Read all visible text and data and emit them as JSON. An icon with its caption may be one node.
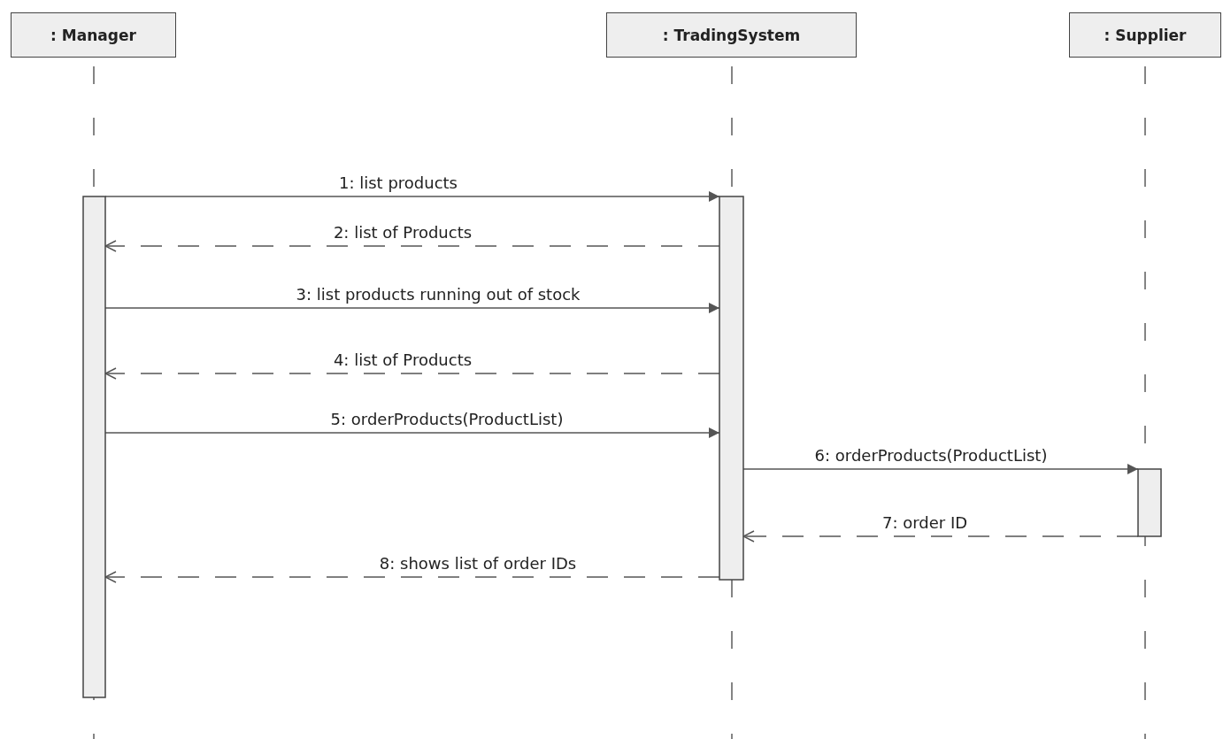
{
  "diagram": {
    "nodes": [
      {
        "text": [
          ": Manager"
        ]
      },
      {
        "text": [
          ": TradingSystem"
        ]
      },
      {
        "text": [
          ": Supplier"
        ]
      },
      {
        "text": [],
        "shape": "bar"
      },
      {
        "text": [],
        "shape": "bar"
      },
      {
        "text": [],
        "shape": "bar"
      }
    ],
    "edges": [
      {
        "from": 3,
        "to": 4,
        "arrow": "to",
        "label": "1: list products"
      },
      {
        "from": 4,
        "to": 3,
        "arrow": "to",
        "label": "2: list of Products",
        "style": "dashed"
      },
      {
        "from": 3,
        "to": 4,
        "arrow": "to",
        "label": "3: list products running out of stock"
      },
      {
        "from": 4,
        "to": 3,
        "arrow": "to",
        "label": "4: list of Products",
        "style": "dashed"
      },
      {
        "from": 3,
        "to": 4,
        "arrow": "to",
        "label": "5: orderProducts(ProductList)"
      },
      {
        "from": 4,
        "to": 5,
        "arrow": "to",
        "label": "6: orderProducts(ProductList)"
      },
      {
        "from": 5,
        "to": 4,
        "arrow": "to",
        "label": "7: order ID",
        "style": "dashed"
      },
      {
        "from": 4,
        "to": 3,
        "arrow": "to",
        "label": "8: shows list of order IDs",
        "style": "dashed"
      }
    ]
  }
}
